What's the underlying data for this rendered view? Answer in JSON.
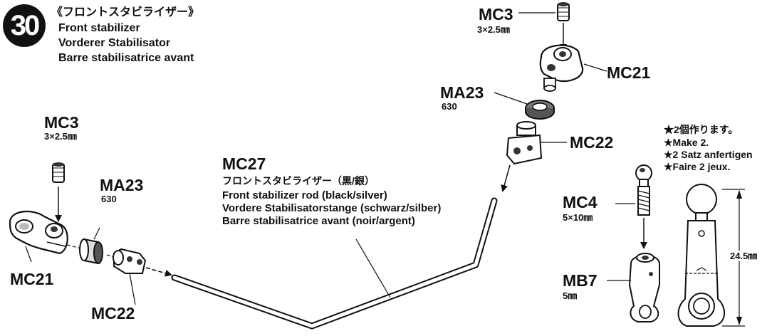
{
  "step": {
    "number": "30",
    "title_jp": "《フロントスタビライザー》",
    "title_en": "Front stabilizer",
    "title_de": "Vorderer Stabilisator",
    "title_fr": "Barre stabilisatrice avant"
  },
  "left_parts": {
    "mc3": {
      "code": "MC3",
      "size": "3×2.5㎜"
    },
    "ma23": {
      "code": "MA23",
      "sub": "630"
    },
    "mc21": {
      "code": "MC21"
    },
    "mc22": {
      "code": "MC22"
    }
  },
  "rod": {
    "code": "MC27",
    "jp": "フロントスタビライザー（黒/銀）",
    "en": "Front stabilizer rod (black/silver)",
    "de": "Vordere Stabilisatorstange (schwarz/silber)",
    "fr": "Barre stabilisatrice avant (noir/argent)"
  },
  "right_parts": {
    "mc3": {
      "code": "MC3",
      "size": "3×2.5㎜"
    },
    "mc21": {
      "code": "MC21"
    },
    "ma23": {
      "code": "MA23",
      "sub": "630"
    },
    "mc22": {
      "code": "MC22"
    }
  },
  "make_note": {
    "jp": "★2個作ります。",
    "en": "★Make 2.",
    "de": "★2 Satz anfertigen",
    "fr": "★Faire 2 jeux."
  },
  "link_parts": {
    "mc4": {
      "code": "MC4",
      "size": "5×10㎜"
    },
    "mb7": {
      "code": "MB7",
      "size": "5㎜"
    },
    "length": "24.5㎜"
  }
}
